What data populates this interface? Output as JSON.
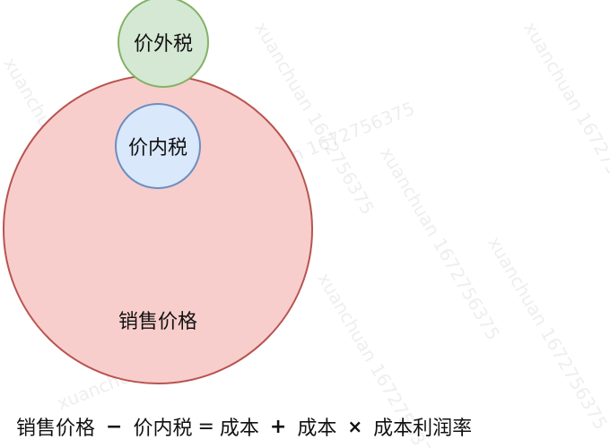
{
  "diagram": {
    "circles": {
      "outer": {
        "label": "销售价格",
        "fill": "#f8cecc",
        "stroke": "#b85450"
      },
      "inner": {
        "label": "价内税",
        "fill": "#dae8fc",
        "stroke": "#6c8ebf"
      },
      "top": {
        "label": "价外税",
        "fill": "#d5e8d4",
        "stroke": "#82b366"
      }
    },
    "formula": {
      "term_1": "销售价格",
      "op_1": "−",
      "term_2": "价内税",
      "op_2": "=",
      "term_3": "成本",
      "op_3": "+",
      "term_4": "成本",
      "op_4": "×",
      "term_5": "成本利润率"
    },
    "watermark": "xuanchuan 1672756375"
  }
}
